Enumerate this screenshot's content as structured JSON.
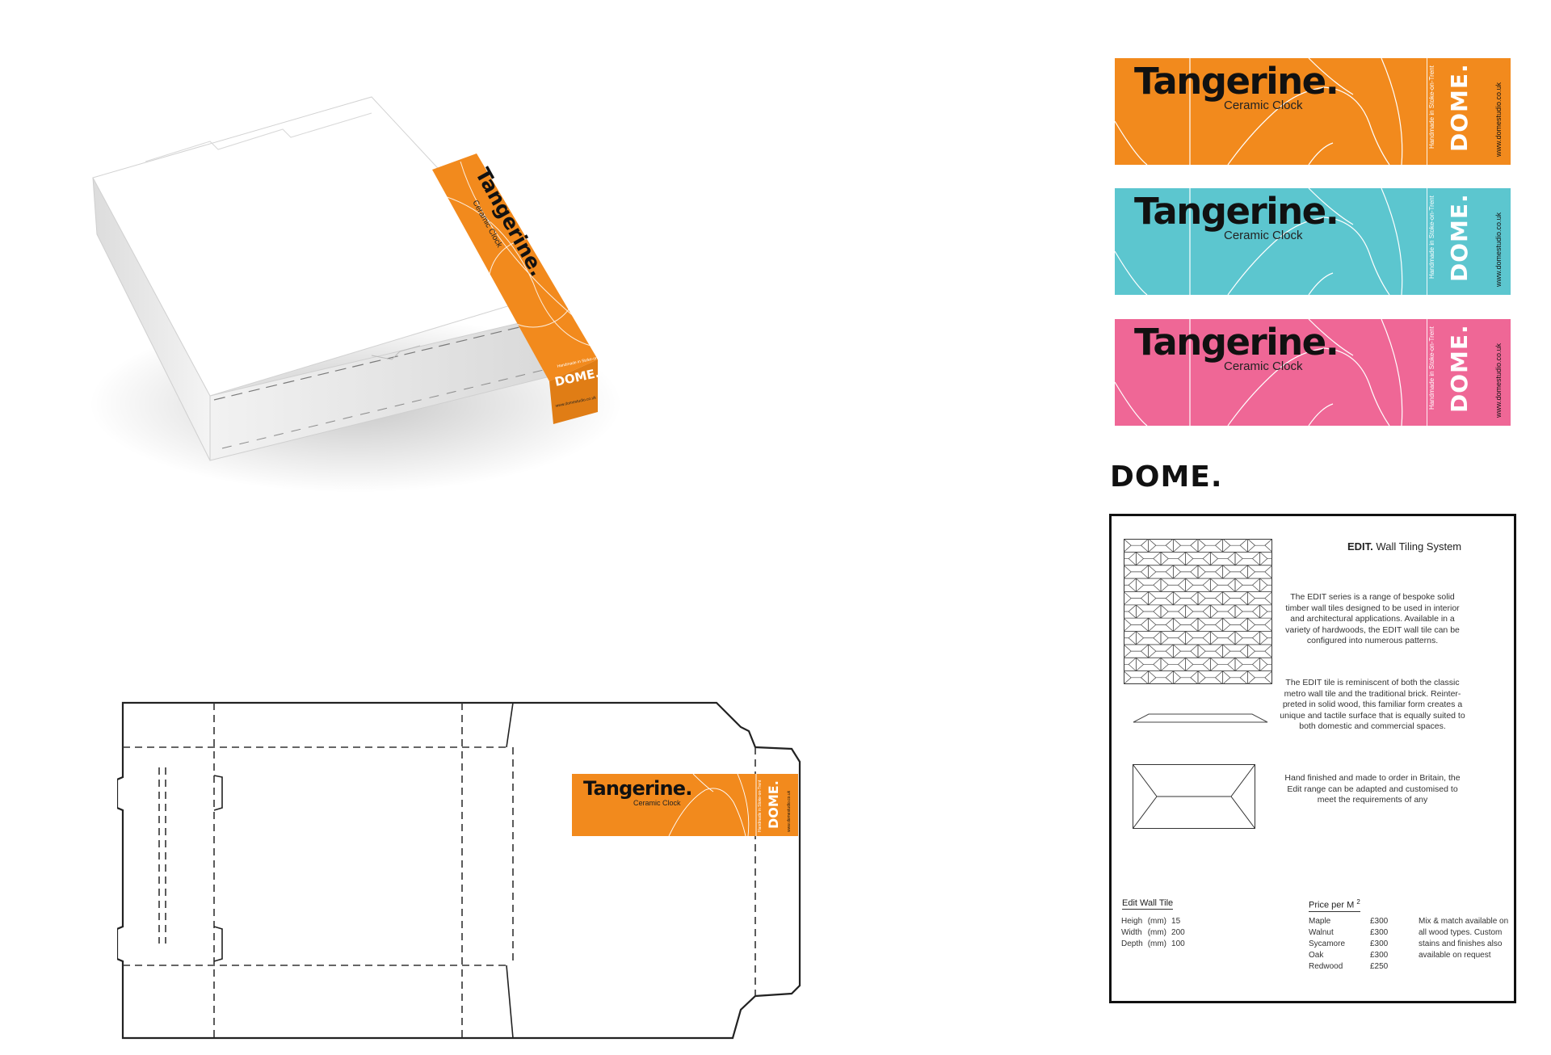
{
  "product": {
    "name": "Tangerine.",
    "subtitle": "Ceramic Clock",
    "tagline": "Handmade in Stoke-on-Trent",
    "brand": "DOME.",
    "url": "www.domestudio.co.uk"
  },
  "labels": [
    {
      "color_name": "orange",
      "color": "#f28a1d"
    },
    {
      "color_name": "teal",
      "color": "#5cc6cf"
    },
    {
      "color_name": "pink",
      "color": "#ef6796"
    }
  ],
  "brand_header": "DOME.",
  "sheet": {
    "title_bold": "EDIT.",
    "title_rest": "Wall Tiling System",
    "paragraphs": [
      "The EDIT series is a range of bespoke solid timber wall tiles designed to be used in interior and architectural applications. Available in a variety of hardwoods, the EDIT wall tile can be configured into numerous patterns.",
      "The EDIT tile is reminiscent of both the classic metro wall tile and the traditional brick. Reinter-preted in solid wood, this familiar form creates a unique and tactile surface that is equally suited to both domestic and commercial spaces.",
      "Hand finished and made to order in Britain, the Edit range can be adapted and customised to meet the requirements of any"
    ],
    "spec_title": "Edit Wall Tile",
    "specs": [
      {
        "label": "Heigh",
        "unit": "(mm)",
        "value": "15"
      },
      {
        "label": "Width",
        "unit": "(mm)",
        "value": "200"
      },
      {
        "label": "Depth",
        "unit": "(mm)",
        "value": "100"
      }
    ],
    "price_title": "Price per M",
    "price_sup": "2",
    "prices": [
      {
        "wood": "Maple",
        "price": "£300"
      },
      {
        "wood": "Walnut",
        "price": "£300"
      },
      {
        "wood": "Sycamore",
        "price": "£300"
      },
      {
        "wood": "Oak",
        "price": "£300"
      },
      {
        "wood": "Redwood",
        "price": "£250"
      }
    ],
    "note": "Mix & match available on all wood types. Custom stains and finishes also available on request"
  },
  "colors": {
    "orange": "#f28a1d",
    "teal": "#5cc6cf",
    "pink": "#ef6796",
    "ink": "#111111"
  }
}
